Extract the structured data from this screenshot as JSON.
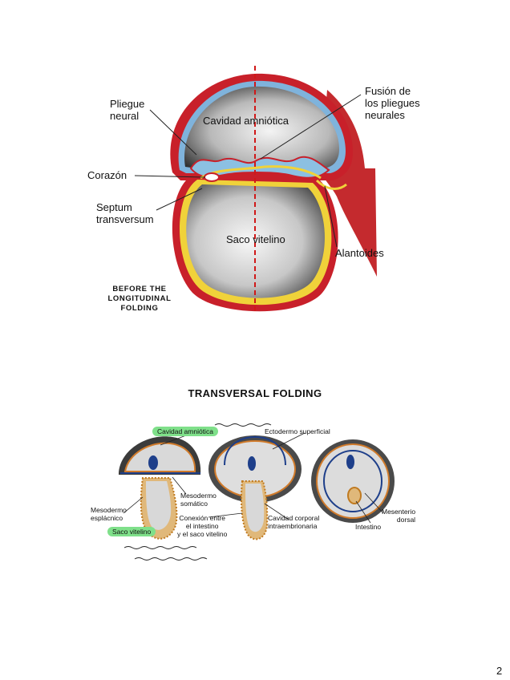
{
  "diagram1": {
    "labels": {
      "pliegue_neural": [
        "Pliegue",
        "neural"
      ],
      "cavidad_amniotica": "Cavidad amniótica",
      "fusion": [
        "Fusión de",
        "los pliegues",
        "neurales"
      ],
      "corazon": "Corazón",
      "septum": [
        "Septum",
        "transversum"
      ],
      "saco_vitelino": "Saco vitelino",
      "alantoides": "Alantoides"
    },
    "caption": [
      "BEFORE THE",
      "LONGITUDINAL",
      "FOLDING"
    ]
  },
  "section_title": "TRANSVERSAL FOLDING",
  "diagram2": {
    "labels": {
      "cavidad_amniotica": "Cavidad amniótica",
      "ectodermo_superficial": "Ectodermo superficial",
      "mesodermo_somatico": [
        "Mesodermo",
        "somático"
      ],
      "mesodermo_esplacnico": [
        "Mesodermo",
        "esplácnico"
      ],
      "saco_vitelino": "Saco vitelino",
      "conexion": [
        "Conexión entre",
        "el intestino",
        "y el saco vitelino"
      ],
      "cavidad_corporal": [
        "Cavidad corporal",
        "intraembrionaria"
      ],
      "intestino": "Intestino",
      "mesenterio": [
        "Mesenterio",
        "dorsal"
      ]
    }
  },
  "page_number": "2",
  "colors": {
    "ectoderm_blue": "#7fb3dc",
    "mesoderm_red": "#c8202a",
    "endoderm_yellow": "#f0d23a",
    "highlight_green": "#7fe08a",
    "axis_red": "#d01818"
  }
}
